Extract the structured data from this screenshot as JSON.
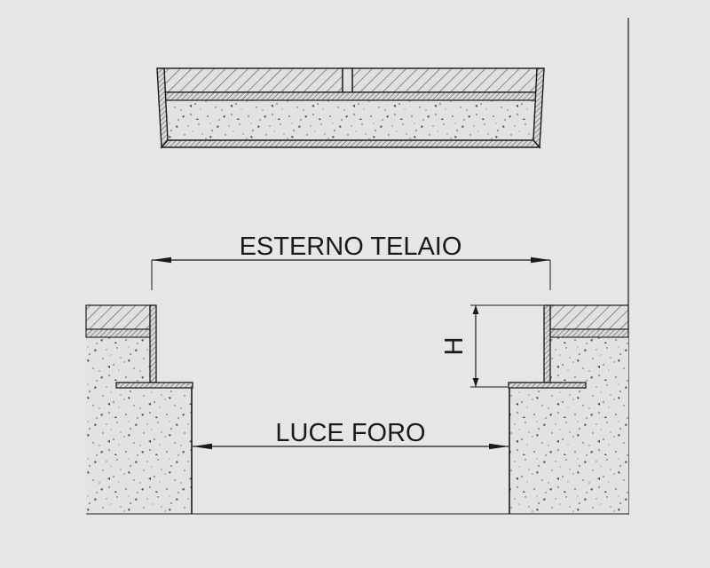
{
  "labels": {
    "outer_frame": "ESTERNO TELAIO",
    "opening": "LUCE FORO",
    "height": "H"
  },
  "colors": {
    "background": "#e6e6e6",
    "line": "#1a1a1a",
    "concrete": "#e2e2e2",
    "hatch": "#555555"
  }
}
